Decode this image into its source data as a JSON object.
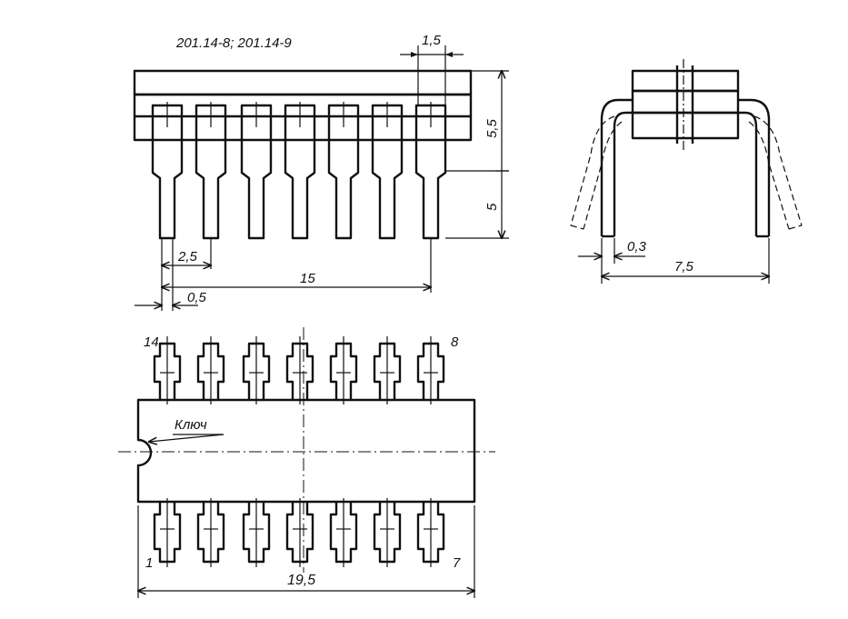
{
  "title": "201.14-8; 201.14-9",
  "dimensions": {
    "lead_width_top": "1,5",
    "body_height": "5,5",
    "lead_length": "5",
    "pitch": "2,5",
    "span": "15",
    "lead_tip_width": "0,5",
    "lead_thickness": "0,3",
    "row_spacing": "7,5",
    "body_length": "19,5"
  },
  "key_label": "Ключ",
  "pin_labels": {
    "pin14": "14",
    "pin8": "8",
    "pin1": "1",
    "pin7": "7"
  }
}
